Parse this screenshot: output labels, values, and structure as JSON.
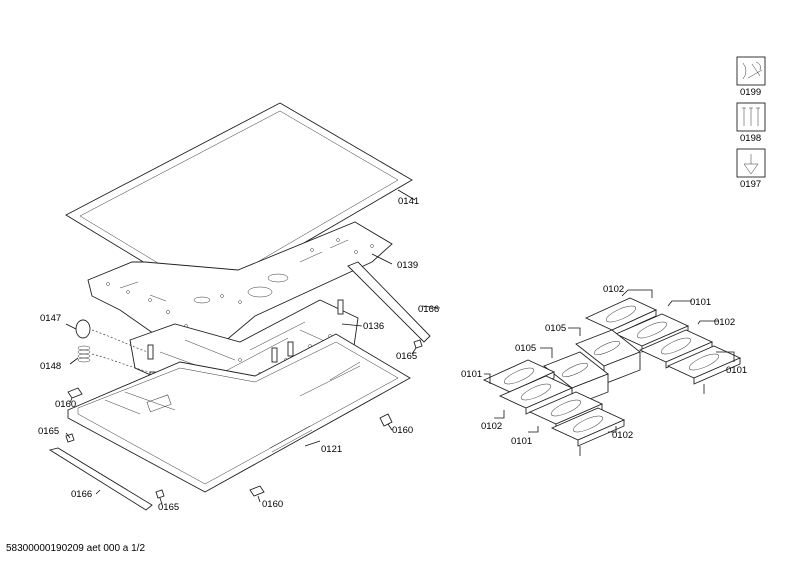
{
  "labels": {
    "p0141": "0141",
    "p0139": "0139",
    "p0166a": "0166",
    "p0136": "0136",
    "p0165a": "0165",
    "p0147": "0147",
    "p0148": "0148",
    "p0160a": "0160",
    "p0160b": "0160",
    "p0165b": "0165",
    "p0121": "0121",
    "p0166b": "0166",
    "p0165c": "0165",
    "p0160c": "0160",
    "p0199": "0199",
    "p0198": "0198",
    "p0197": "0197",
    "p0102a": "0102",
    "p0101a": "0101",
    "p0105a": "0105",
    "p0102b": "0102",
    "p0105b": "0105",
    "p0101b": "0101",
    "p0101c": "0101",
    "p0102c": "0102",
    "p0101d": "0101",
    "p0102d": "0102"
  },
  "footer": "58300000190209 aet 000 a 1/2"
}
